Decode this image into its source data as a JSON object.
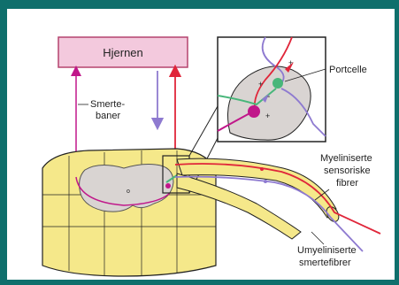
{
  "diagram": {
    "brain_label": "Hjernen",
    "pain_paths_label": [
      "Smerte-",
      "baner"
    ],
    "gate_cell_label": "Portcelle",
    "myelinated_label": [
      "Myeliniserte",
      "sensoriske",
      "fibrer"
    ],
    "unmyelinated_label": [
      "Umyeliniserte",
      "smertefibrer"
    ],
    "plus_sign": "+",
    "minus_sign": "-",
    "center_dot": "o"
  },
  "colors": {
    "frame": "#0f6f6c",
    "brain_box": "#f3c9dd",
    "brain_border": "#b5446e",
    "spinal_cord": "#f5e88a",
    "grey_matter": "#d9d4d2",
    "myelinated_fiber": "#e0263a",
    "unmyelinated_fiber": "#8e7ad0",
    "neuron_magenta": "#c0178a",
    "gate_cell_green": "#48b67a"
  }
}
